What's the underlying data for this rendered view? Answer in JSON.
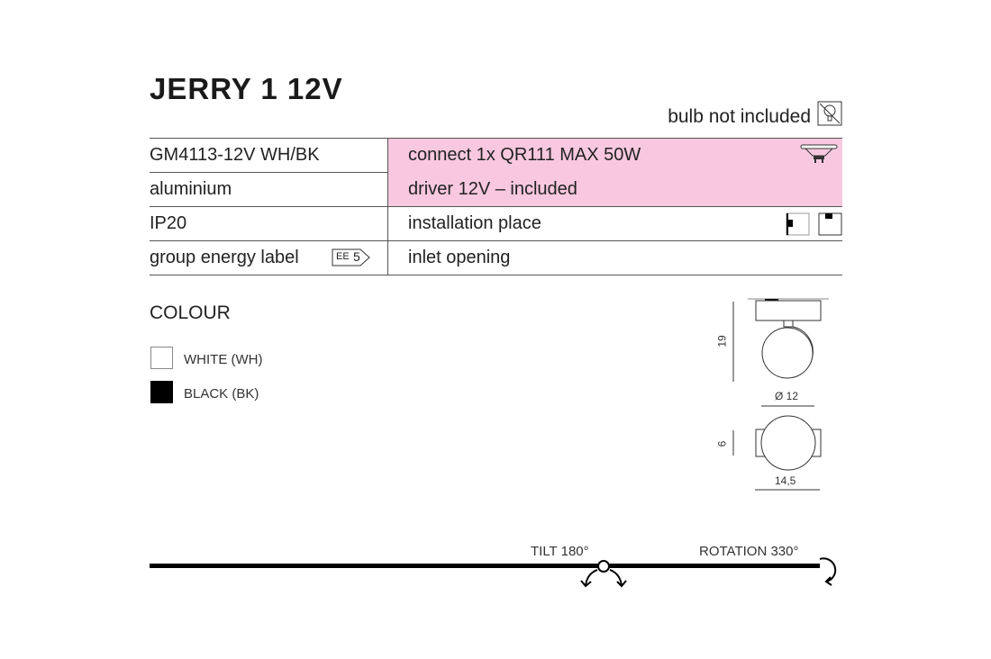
{
  "title": "JERRY 1  12V",
  "bulb_note": "bulb not included",
  "rows": [
    {
      "left": "GM4113-12V WH/BK",
      "right": "connect 1x QR111 MAX 50W"
    },
    {
      "left": "aluminium",
      "right": "driver 12V – included"
    },
    {
      "left": "IP20",
      "right": "installation place"
    },
    {
      "left": "group energy label",
      "right": "inlet opening"
    }
  ],
  "energy_badge": {
    "prefix": "EE",
    "value": "5"
  },
  "highlight_color": "#f7c8df",
  "colour": {
    "heading": "COLOUR",
    "options": [
      {
        "label": "WHITE (WH)",
        "color": "#ffffff"
      },
      {
        "label": "BLACK (BK)",
        "color": "#000000"
      }
    ]
  },
  "dimensions": {
    "height": "19",
    "diameter": "Ø 12",
    "depth": "6",
    "width": "14,5"
  },
  "tilt": "TILT 180°",
  "rotation": "ROTATION 330°"
}
